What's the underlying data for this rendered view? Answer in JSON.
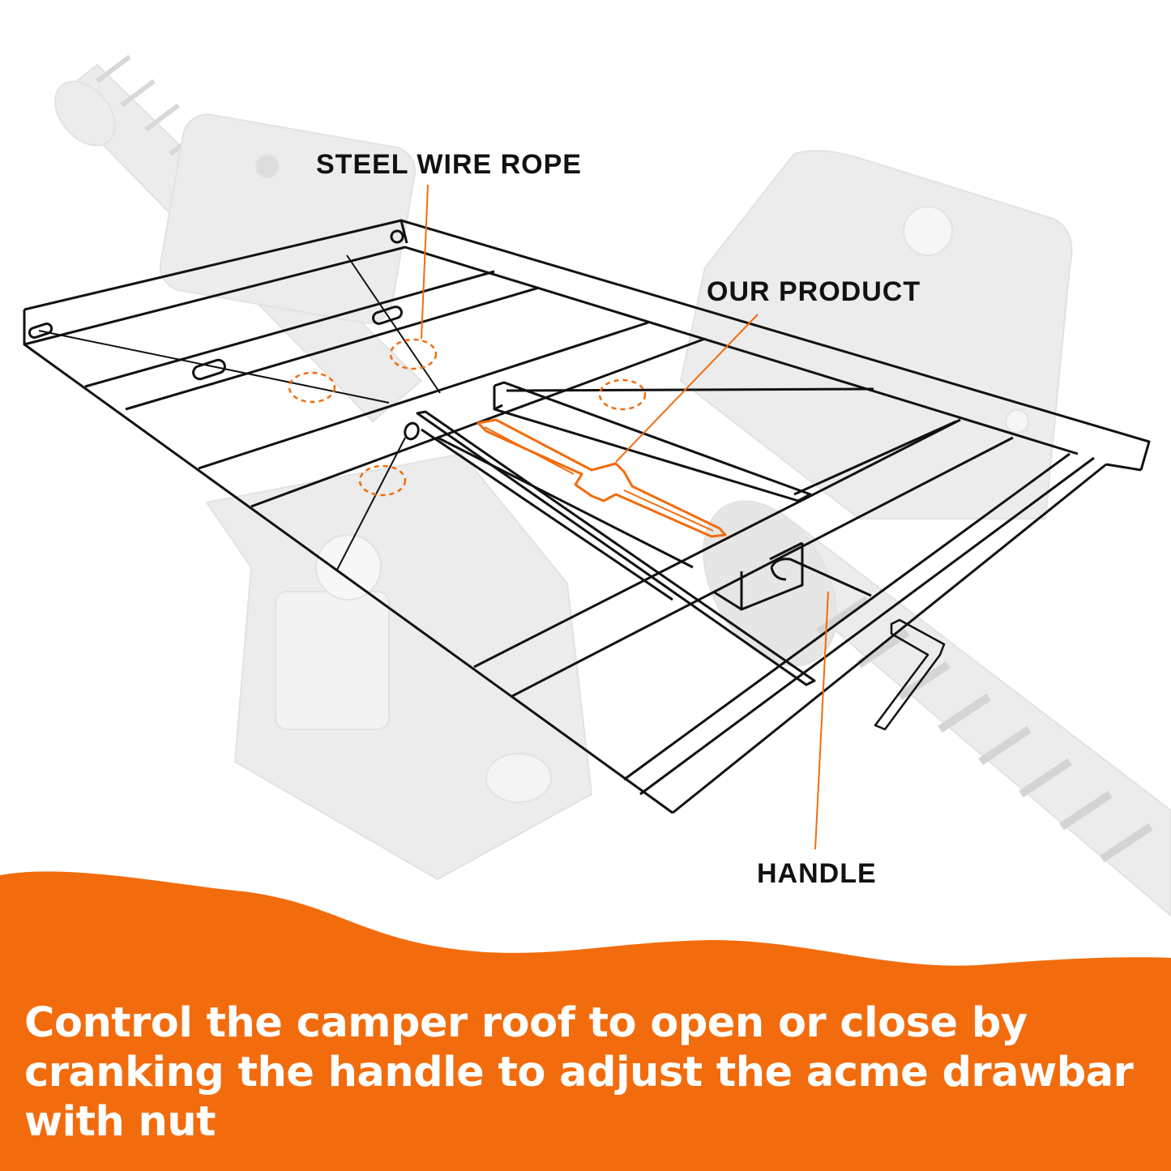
{
  "labels": {
    "steel_wire_rope": "STEEL WIRE ROPE",
    "our_product": "OUR PRODUCT",
    "handle": "HANDLE"
  },
  "caption": "Control the camper roof to open or close by cranking the handle to adjust the acme drawbar with nut",
  "colors": {
    "accent": "#F26C0D",
    "caption_text": "#FFFFFF",
    "line_art": "#111111",
    "ghost": "#EDEDED",
    "background": "#FFFFFF"
  }
}
